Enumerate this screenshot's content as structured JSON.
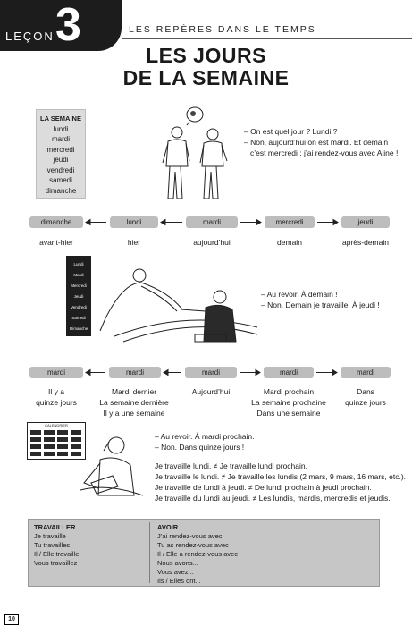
{
  "header": {
    "lesson_word": "LEÇON",
    "lesson_number": "3",
    "rubric": "LES REPÈRES DANS LE TEMPS",
    "title_line1": "LES JOURS",
    "title_line2": "DE LA SEMAINE"
  },
  "week_box": {
    "heading": "LA SEMAINE",
    "days": [
      "lundi",
      "mardi",
      "mercredi",
      "jeudi",
      "vendredi",
      "samedi",
      "dimanche"
    ]
  },
  "dialogue1": [
    "– On est quel jour ? Lundi ?",
    "– Non, aujourd’hui on est mardi. Et demain",
    "c’est mercredi : j’ai rendez-vous avec Aline !"
  ],
  "timeline1": {
    "pills": [
      "dimanche",
      "lundi",
      "mardi",
      "mercredi",
      "jeudi"
    ],
    "labels": [
      "avant-hier",
      "hier",
      "aujourd’hui",
      "demain",
      "après-demain"
    ]
  },
  "vertical_calendar": [
    "Lundi",
    "Mardi",
    "Mercredi",
    "Jeudi",
    "Vendredi",
    "Samedi",
    "Dimanche"
  ],
  "dialogue2": [
    "– Au revoir. À demain !",
    "– Non. Demain je travaille. À jeudi !"
  ],
  "timeline2": {
    "pills": [
      "mardi",
      "mardi",
      "mardi",
      "mardi",
      "mardi"
    ],
    "labels": [
      [
        "Il y a",
        "quinze jours"
      ],
      [
        "Mardi dernier",
        "La semaine dernière",
        "Il y a une semaine"
      ],
      [
        "Aujourd’hui"
      ],
      [
        "Mardi prochain",
        "La semaine prochaine",
        "Dans une semaine"
      ],
      [
        "Dans",
        "quinze jours"
      ]
    ]
  },
  "calendar_title": "CALENDRIER",
  "dialogue3": [
    "– Au revoir. À mardi prochain.",
    "– Non. Dans quinze jours !"
  ],
  "sentences": [
    "Je travaille lundi. ≠ Je travaille lundi prochain.",
    "Je travaille le lundi. ≠ Je travaille les lundis (2 mars, 9 mars, 16 mars, etc.).",
    "Je travaille de lundi à jeudi. ≠ De lundi prochain à jeudi prochain.",
    "Je travaille du lundi au jeudi. ≠ Les lundis, mardis, mercredis et jeudis."
  ],
  "grammar": {
    "left_title": "TRAVAILLER",
    "left_lines": [
      "Je travaille",
      "Tu travailles",
      "Il / Elle travaille",
      "Vous travaillez"
    ],
    "right_title": "AVOIR",
    "right_lines": [
      "J’ai rendez-vous avec",
      "Tu as rendez-vous avec",
      "Il / Elle a rendez-vous avec",
      "Nous avons...",
      "Vous avez...",
      "Ils / Elles ont..."
    ]
  },
  "page_number": "10"
}
